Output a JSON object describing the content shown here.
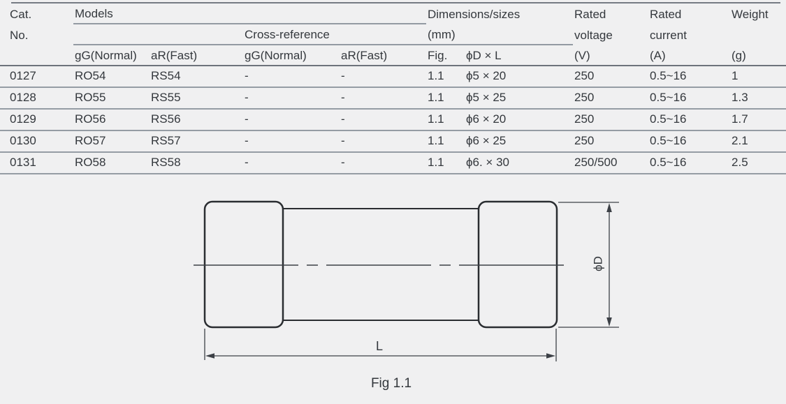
{
  "page": {
    "background": "#f0f0f1"
  },
  "table": {
    "header": {
      "cat": "Cat.",
      "no": "No.",
      "models": "Models",
      "cross_reference": "Cross-reference",
      "dimensions": "Dimensions/sizes",
      "mm": "(mm)",
      "rated_voltage_line1": "Rated",
      "rated_voltage_line2": "voltage",
      "rated_voltage_unit": "(V)",
      "rated_current_line1": "Rated",
      "rated_current_line2": "current",
      "rated_current_unit": "(A)",
      "weight_line1": "Weight",
      "weight_unit": "(g)",
      "sub": {
        "gg1": "gG(Normal)",
        "ar1": "aR(Fast)",
        "gg2": "gG(Normal)",
        "ar2": "aR(Fast)",
        "fig": "Fig.",
        "dxl": "ϕD × L"
      }
    },
    "rows": [
      {
        "cat": "0127",
        "gg": "RO54",
        "ar": "RS54",
        "xgg": "-",
        "xar": "-",
        "fig": "1.1",
        "dxl": "ϕ5 × 20",
        "voltage": "250",
        "current": "0.5~16",
        "weight": "1"
      },
      {
        "cat": "0128",
        "gg": "RO55",
        "ar": "RS55",
        "xgg": "-",
        "xar": "-",
        "fig": "1.1",
        "dxl": "ϕ5 × 25",
        "voltage": "250",
        "current": "0.5~16",
        "weight": "1.3"
      },
      {
        "cat": "0129",
        "gg": "RO56",
        "ar": "RS56",
        "xgg": "-",
        "xar": "-",
        "fig": "1.1",
        "dxl": "ϕ6 × 20",
        "voltage": "250",
        "current": "0.5~16",
        "weight": "1.7"
      },
      {
        "cat": "0130",
        "gg": "RO57",
        "ar": "RS57",
        "xgg": "-",
        "xar": "-",
        "fig": "1.1",
        "dxl": "ϕ6 × 25",
        "voltage": "250",
        "current": "0.5~16",
        "weight": "2.1"
      },
      {
        "cat": "0131",
        "gg": "RO58",
        "ar": "RS58",
        "xgg": "-",
        "xar": "-",
        "fig": "1.1",
        "dxl": "ϕ6. × 30",
        "voltage": "250/500",
        "current": "0.5~16",
        "weight": "2.5"
      }
    ]
  },
  "diagram": {
    "diameter_label": "ϕD",
    "length_label": "L",
    "caption": "Fig 1.1",
    "outline_color": "#2a2d31",
    "dim_color": "#3c4046"
  }
}
